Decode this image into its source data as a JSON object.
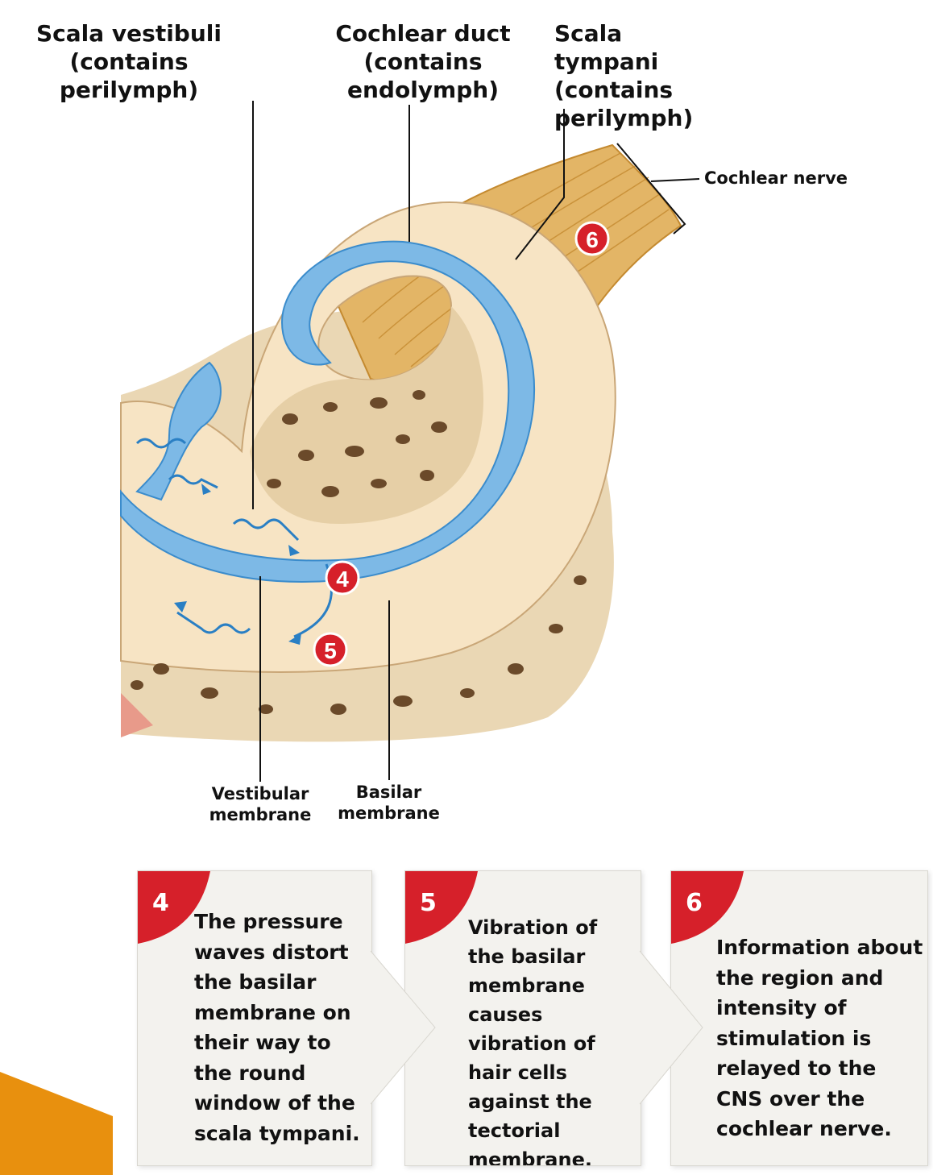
{
  "labels": {
    "scala_vestibuli": "Scala vestibuli\n(contains\nperilymph)",
    "cochlear_duct": "Cochlear duct\n(contains\nendolymph)",
    "scala_tympani": "Scala tympani\n(contains\nperilymph)",
    "cochlear_nerve": "Cochlear nerve",
    "vestibular_membrane": "Vestibular\nmembrane",
    "basilar_membrane": "Basilar\nmembrane"
  },
  "markers": {
    "m4": "4",
    "m5": "5",
    "m6": "6"
  },
  "steps": [
    {
      "num": "4",
      "text": "The pressure waves distort the basilar membrane on their way to the round window of the scala tympani."
    },
    {
      "num": "5",
      "text": "Vibration of the basilar membrane causes vibration of hair cells against the tectorial membrane."
    },
    {
      "num": "6",
      "text": "Information about the region and intensity of stimulation is relayed to the CNS over the cochlear nerve."
    }
  ],
  "colors": {
    "perilymph": "#f6e3c2",
    "endolymph": "#7db9e6",
    "bone": "#e8d3b0",
    "nerve": "#e0b060",
    "marker_red": "#d6202a",
    "accent_orange": "#e8900e"
  }
}
